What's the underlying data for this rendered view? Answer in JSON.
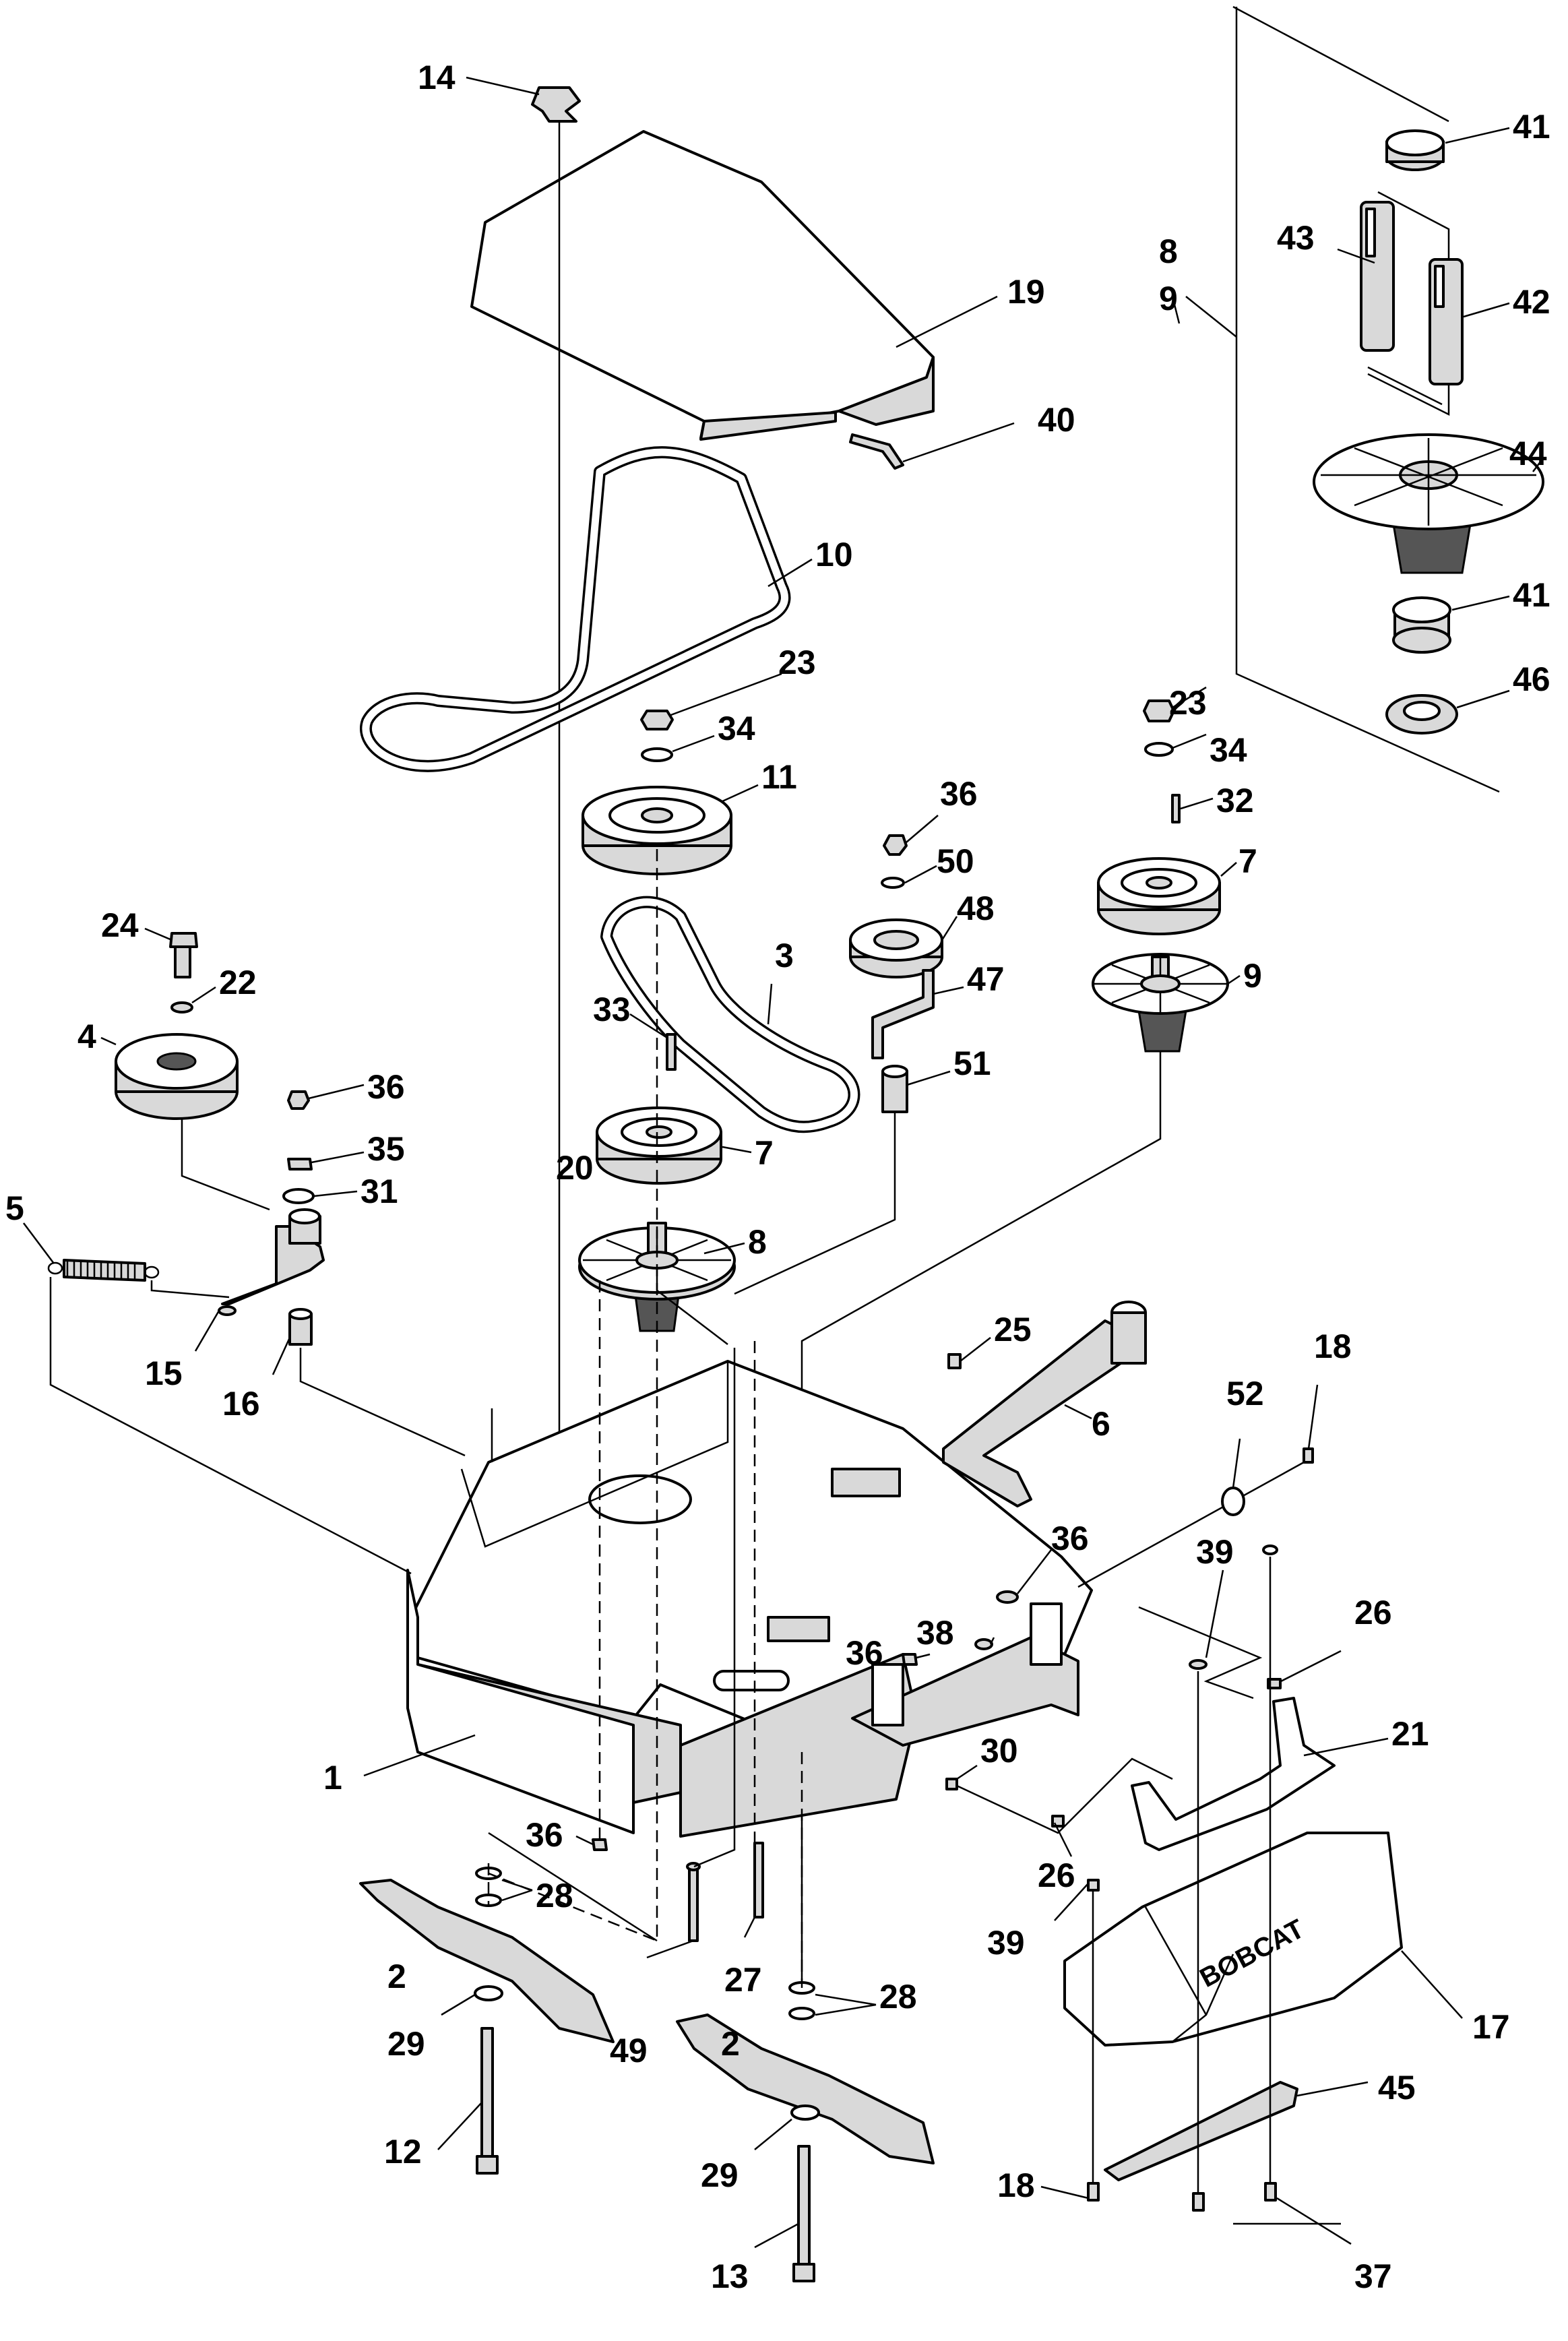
{
  "diagram": {
    "brand_logo": "BOBCAT",
    "callouts": {
      "c1": "1",
      "c2a": "2",
      "c2b": "2",
      "c3": "3",
      "c4": "4",
      "c5": "5",
      "c6": "6",
      "c7a": "7",
      "c7b": "7",
      "c8a": "8",
      "c8b": "8",
      "c9a": "9",
      "c9b": "9",
      "c10": "10",
      "c11": "11",
      "c12": "12",
      "c13": "13",
      "c14": "14",
      "c15": "15",
      "c16": "16",
      "c17": "17",
      "c18a": "18",
      "c18b": "18",
      "c19": "19",
      "c20": "20",
      "c21": "21",
      "c22": "22",
      "c23a": "23",
      "c23b": "23",
      "c24": "24",
      "c25": "25",
      "c26a": "26",
      "c26b": "26",
      "c27": "27",
      "c28a": "28",
      "c28b": "28",
      "c29a": "29",
      "c29b": "29",
      "c30": "30",
      "c31": "31",
      "c32": "32",
      "c33": "33",
      "c34a": "34",
      "c34b": "34",
      "c35": "35",
      "c36a": "36",
      "c36b": "36",
      "c36c": "36",
      "c36d": "36",
      "c36e": "36",
      "c37": "37",
      "c38": "38",
      "c39a": "39",
      "c39b": "39",
      "c40": "40",
      "c41a": "41",
      "c41b": "41",
      "c42": "42",
      "c43": "43",
      "c44": "44",
      "c45": "45",
      "c46": "46",
      "c47": "47",
      "c48": "48",
      "c49": "49",
      "c50": "50",
      "c51": "51",
      "c52": "52"
    }
  }
}
